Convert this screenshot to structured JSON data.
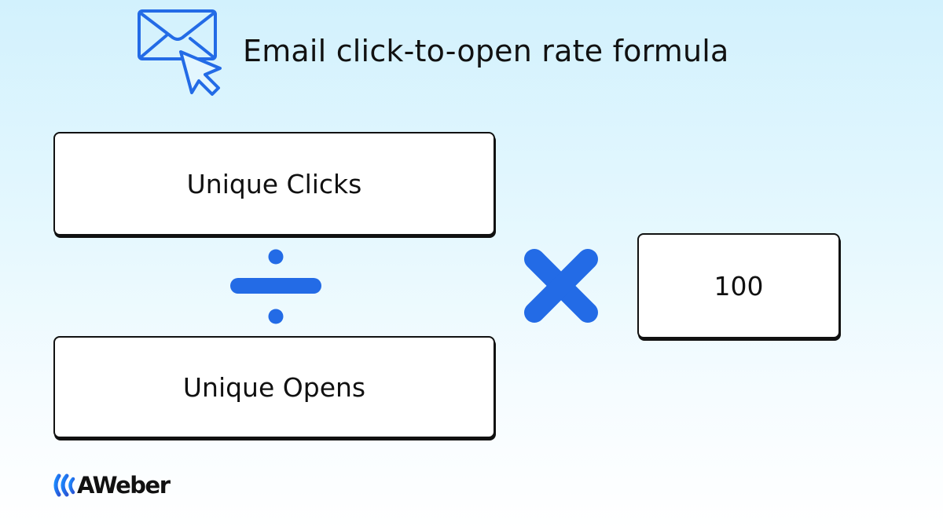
{
  "header": {
    "title": "Email click-to-open rate formula",
    "icon": "email-click-icon"
  },
  "formula": {
    "numerator": "Unique Clicks",
    "operator_divide": "divide-icon",
    "denominator": "Unique Opens",
    "operator_multiply": "multiply-icon",
    "multiplier": "100"
  },
  "brand": {
    "logo_text": "AWeber",
    "logo_icon": "aweber-wave-icon"
  },
  "colors": {
    "accent": "#236be6",
    "text": "#111111",
    "box_fill": "#ffffff",
    "background_top": "#d2f1fd",
    "background_bottom": "#ffffff"
  }
}
